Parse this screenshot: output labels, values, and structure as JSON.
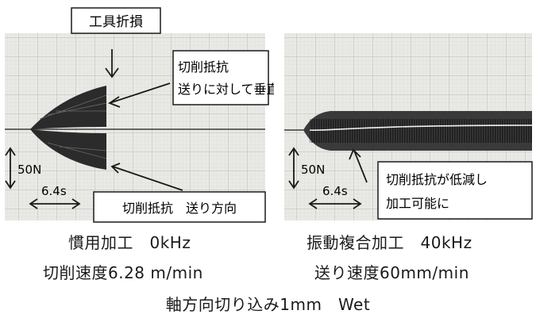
{
  "left_panel": {
    "callout_top": "工具折損",
    "callout_resistance_line1": "切削抵抗",
    "callout_resistance_line2": "送りに対して垂直",
    "callout_bottom": "切削抵抗　送り方向",
    "scale_force": "50N",
    "scale_time": "6.4s"
  },
  "right_panel": {
    "callout_line1": "切削抵抗が低減し",
    "callout_line2": "加工可能に",
    "scale_force": "50N",
    "scale_time": "6.4s"
  },
  "captions": {
    "left_title": "慣用加工　0kHz",
    "left_speed": "切削速度6.28 m/min",
    "right_title": "振動複合加工　40kHz",
    "right_speed": "送り速度60mm/min",
    "bottom": "軸方向切り込み1mm　Wet"
  },
  "colors": {
    "grid_background": "#e9e9e6",
    "grid_line": "#b9b9b6",
    "signal": "#2b2b2b",
    "callout_border": "#1a1a1a"
  }
}
